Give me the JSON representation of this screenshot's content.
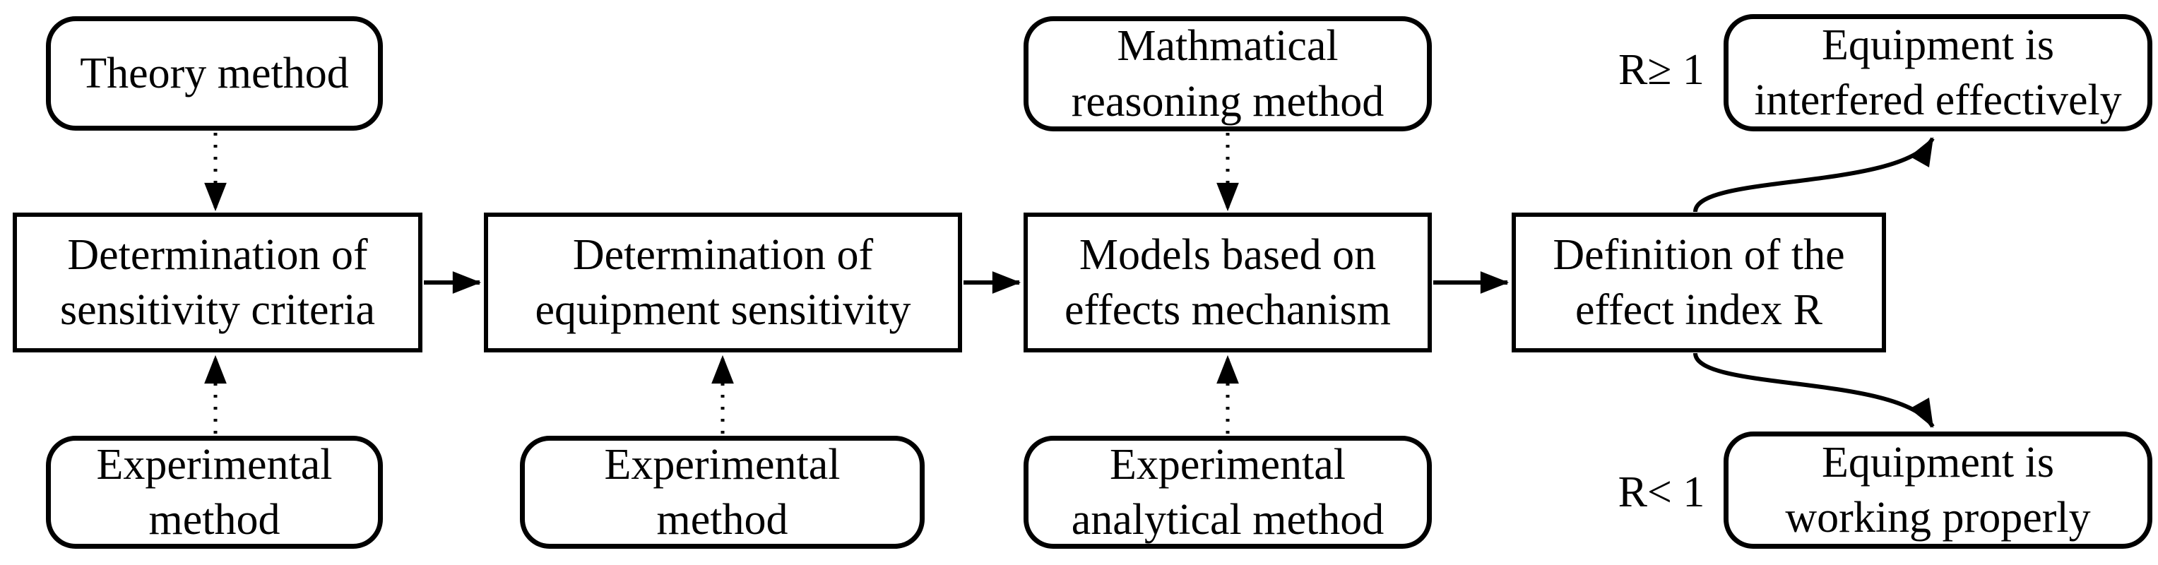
{
  "diagram_title": "effect evaluation flowchart",
  "colors": {
    "ink": "#000000",
    "background": "#ffffff"
  },
  "nodes": {
    "theory_method": {
      "label": "Theory method",
      "shape": "rounded"
    },
    "sensitivity_criteria": {
      "label": "Determination of\nsensitivity criteria",
      "shape": "rect"
    },
    "experimental_method_1": {
      "label": "Experimental\nmethod",
      "shape": "rounded"
    },
    "equipment_sensitivity": {
      "label": "Determination of\nequipment sensitivity",
      "shape": "rect"
    },
    "experimental_method_2": {
      "label": "Experimental\nmethod",
      "shape": "rounded"
    },
    "mathmatical_reasoning": {
      "label": "Mathmatical\nreasoning method",
      "shape": "rounded"
    },
    "models_effects": {
      "label": "Models based on\neffects mechanism",
      "shape": "rect"
    },
    "experimental_analytical": {
      "label": "Experimental\nanalytical method",
      "shape": "rounded"
    },
    "effect_index": {
      "label": "Definition of the\neffect index R",
      "shape": "rect"
    },
    "equipment_interfered": {
      "label": "Equipment is\ninterfered effectively",
      "shape": "rounded"
    },
    "equipment_working": {
      "label": "Equipment is\nworking properly",
      "shape": "rounded"
    }
  },
  "edges": [
    {
      "from": "theory_method",
      "to": "sensitivity_criteria",
      "style": "dotted"
    },
    {
      "from": "experimental_method_1",
      "to": "sensitivity_criteria",
      "style": "dotted"
    },
    {
      "from": "sensitivity_criteria",
      "to": "equipment_sensitivity",
      "style": "solid"
    },
    {
      "from": "experimental_method_2",
      "to": "equipment_sensitivity",
      "style": "dotted"
    },
    {
      "from": "equipment_sensitivity",
      "to": "models_effects",
      "style": "solid"
    },
    {
      "from": "mathmatical_reasoning",
      "to": "models_effects",
      "style": "dotted"
    },
    {
      "from": "experimental_analytical",
      "to": "models_effects",
      "style": "dotted"
    },
    {
      "from": "models_effects",
      "to": "effect_index",
      "style": "solid"
    },
    {
      "from": "effect_index",
      "to": "equipment_interfered",
      "style": "curved",
      "label": "R≥ 1"
    },
    {
      "from": "effect_index",
      "to": "equipment_working",
      "style": "curved",
      "label": "R< 1"
    }
  ]
}
